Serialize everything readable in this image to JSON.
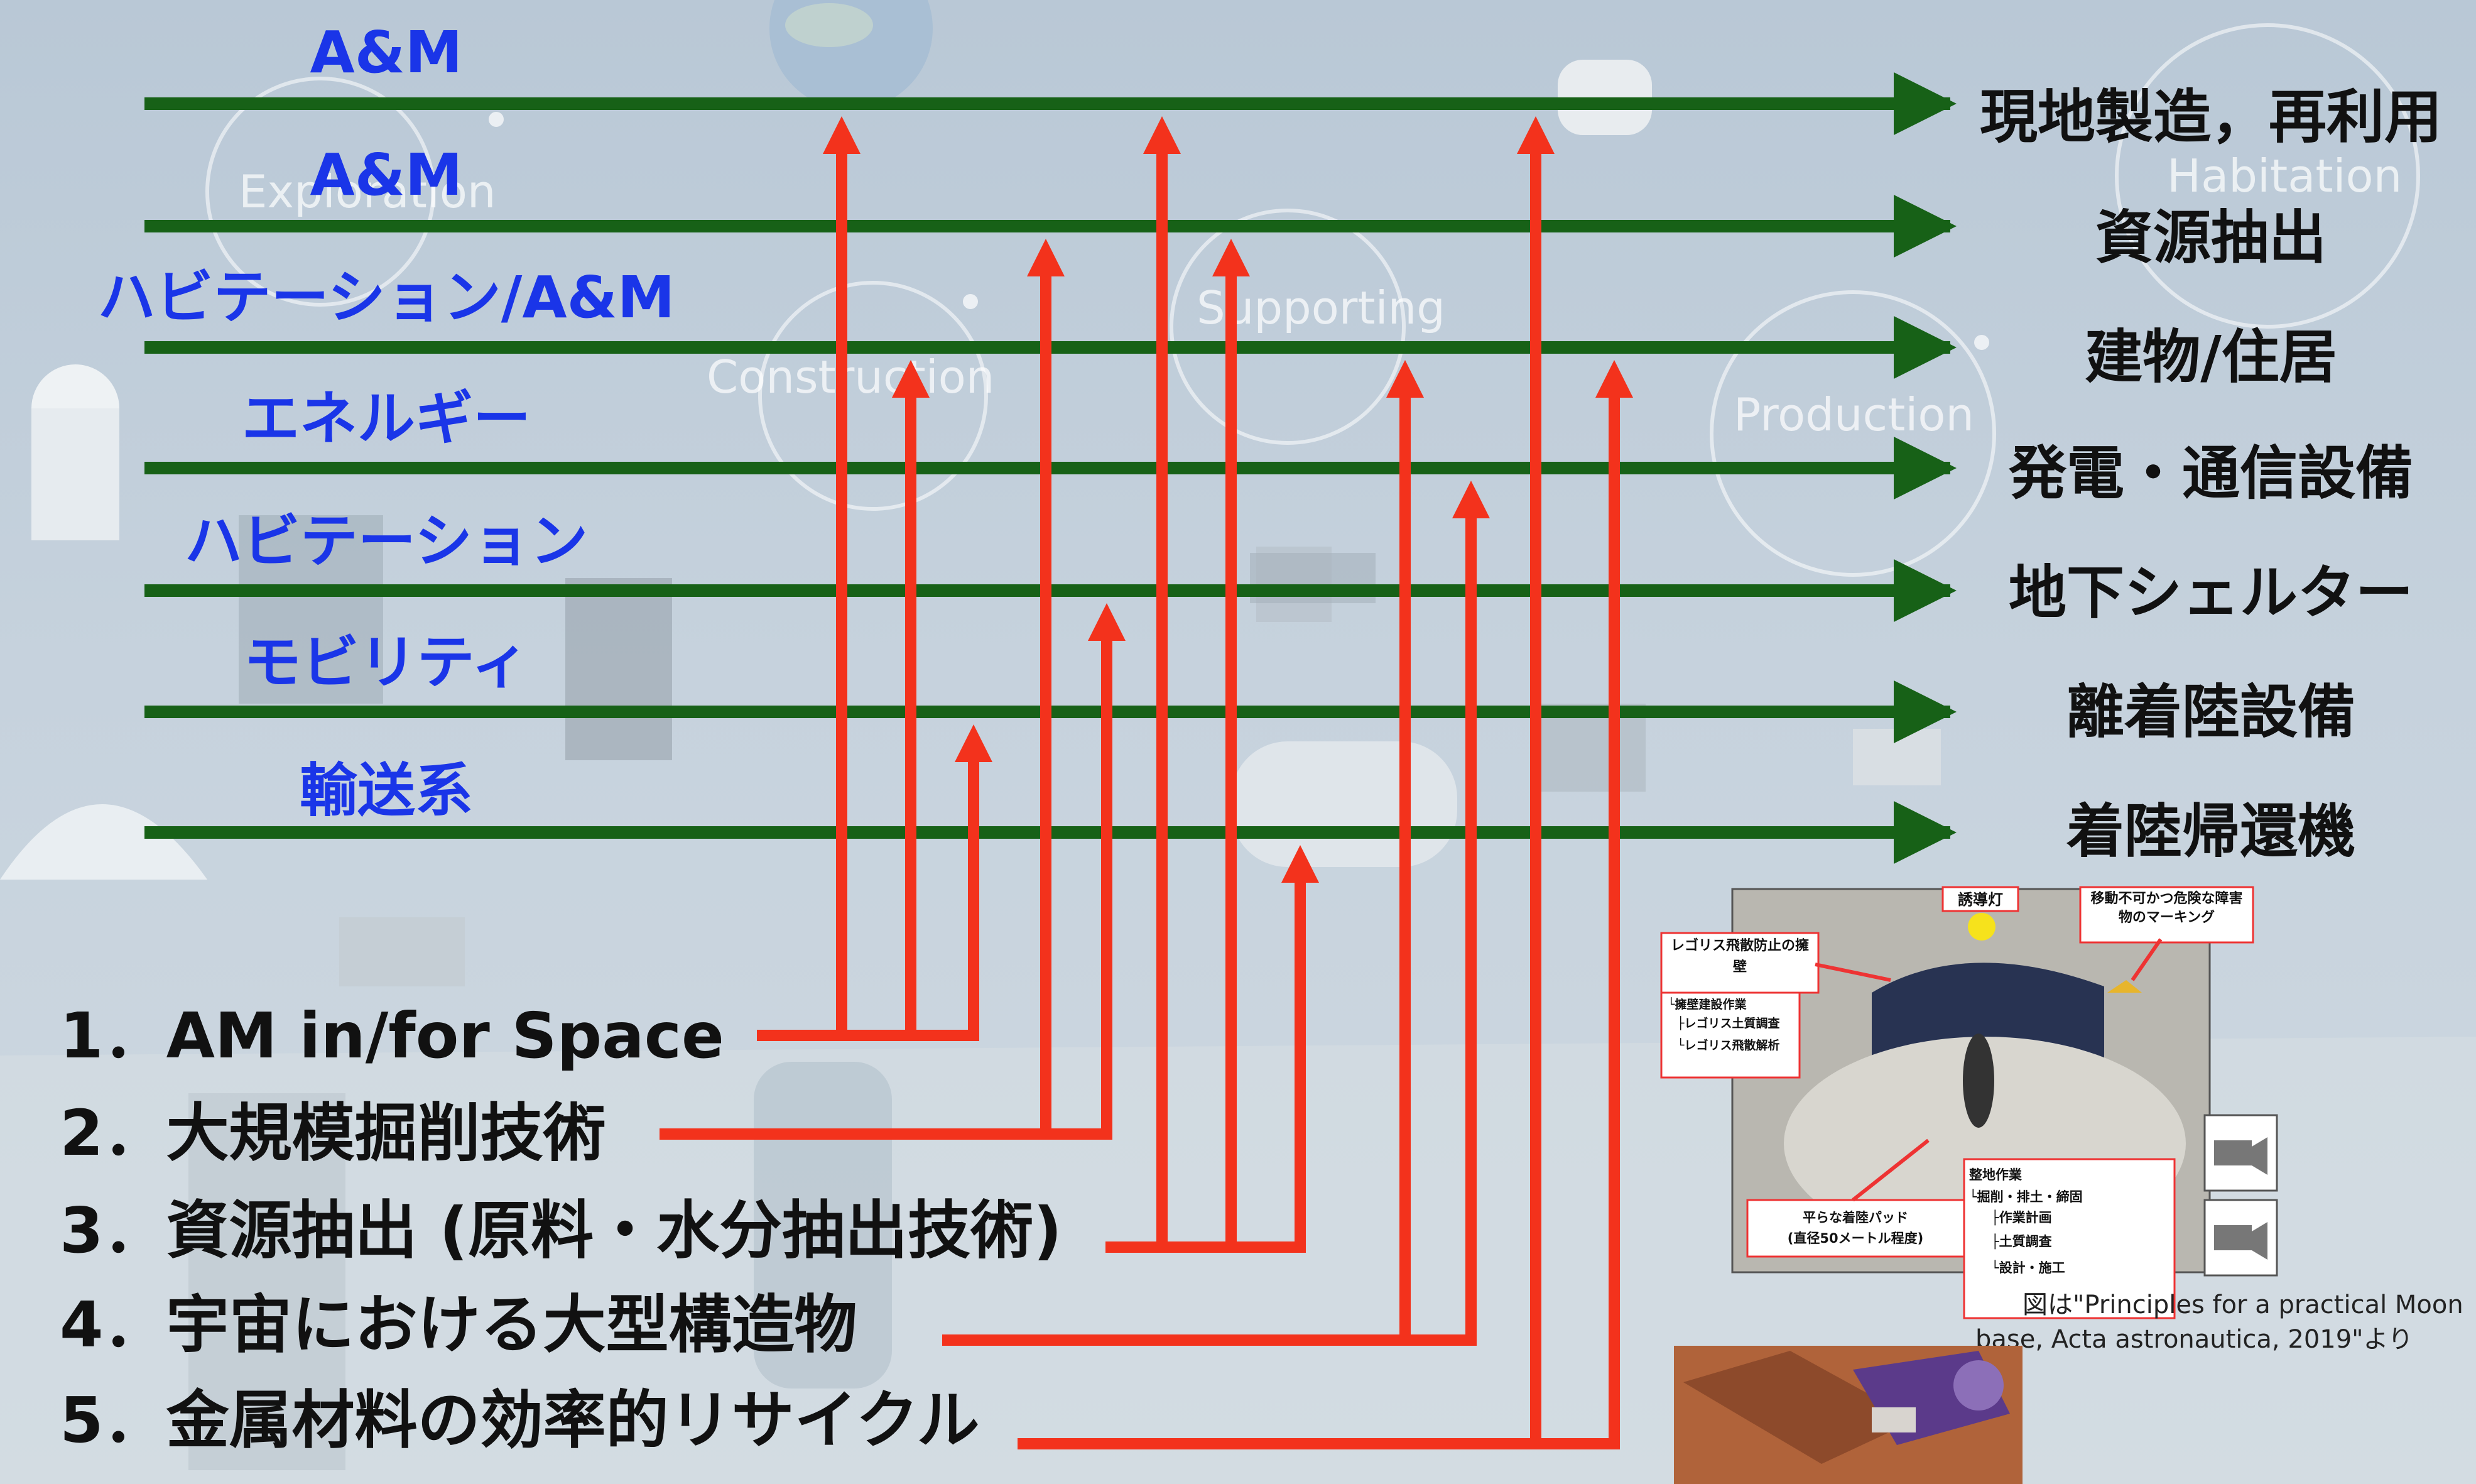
{
  "colors": {
    "green_line": "#176117",
    "red_arrow": "#f3321c",
    "left_label": "#1a35e8",
    "top_bar": "#1d8fd6",
    "background": "#c9d6e2"
  },
  "background_words": [
    "Exploration",
    "Construction",
    "Supporting",
    "Habitation",
    "Production"
  ],
  "rows": [
    {
      "left": "A&M",
      "right": "現地製造，再利用"
    },
    {
      "left": "A&M",
      "right": "資源抽出"
    },
    {
      "left": "ハビテーション/A&M",
      "right": "建物/住居"
    },
    {
      "left": "エネルギー",
      "right": "発電・通信設備"
    },
    {
      "left": "ハビテーション",
      "right": "地下シェルター"
    },
    {
      "left": "モビリティ",
      "right": "離着陸設備"
    },
    {
      "left": "輸送系",
      "right": "着陸帰還機"
    }
  ],
  "technologies": [
    {
      "label": "1．AM in/for Space",
      "targets": [
        0,
        2,
        5
      ]
    },
    {
      "label": "2．大規模掘削技術",
      "targets": [
        1,
        4
      ]
    },
    {
      "label": "3．資源抽出 (原料・水分抽出技術)",
      "targets": [
        0,
        1,
        6
      ]
    },
    {
      "label": "4．宇宙における大型構造物",
      "targets": [
        2,
        3
      ]
    },
    {
      "label": "5．金属材料の効率的リサイクル",
      "targets": [
        0,
        2
      ]
    }
  ],
  "inset": {
    "labels": [
      "誘導灯",
      "移動不可かつ危険な障害物のマーキング",
      "レゴリス飛散防止の擁壁",
      "└擁壁建設作業",
      "├レゴリス土質調査",
      "└レゴリス飛散解析",
      "平らな着陸パッド",
      "(直径50メートル程度)",
      "整地作業",
      "└掘削・排土・締固",
      "├作業計画",
      "├土質調査",
      "└設計・施工"
    ],
    "caption": [
      "図は\"Principles for a practical Moon",
      "base, Acta astronautica, 2019\"より"
    ]
  }
}
